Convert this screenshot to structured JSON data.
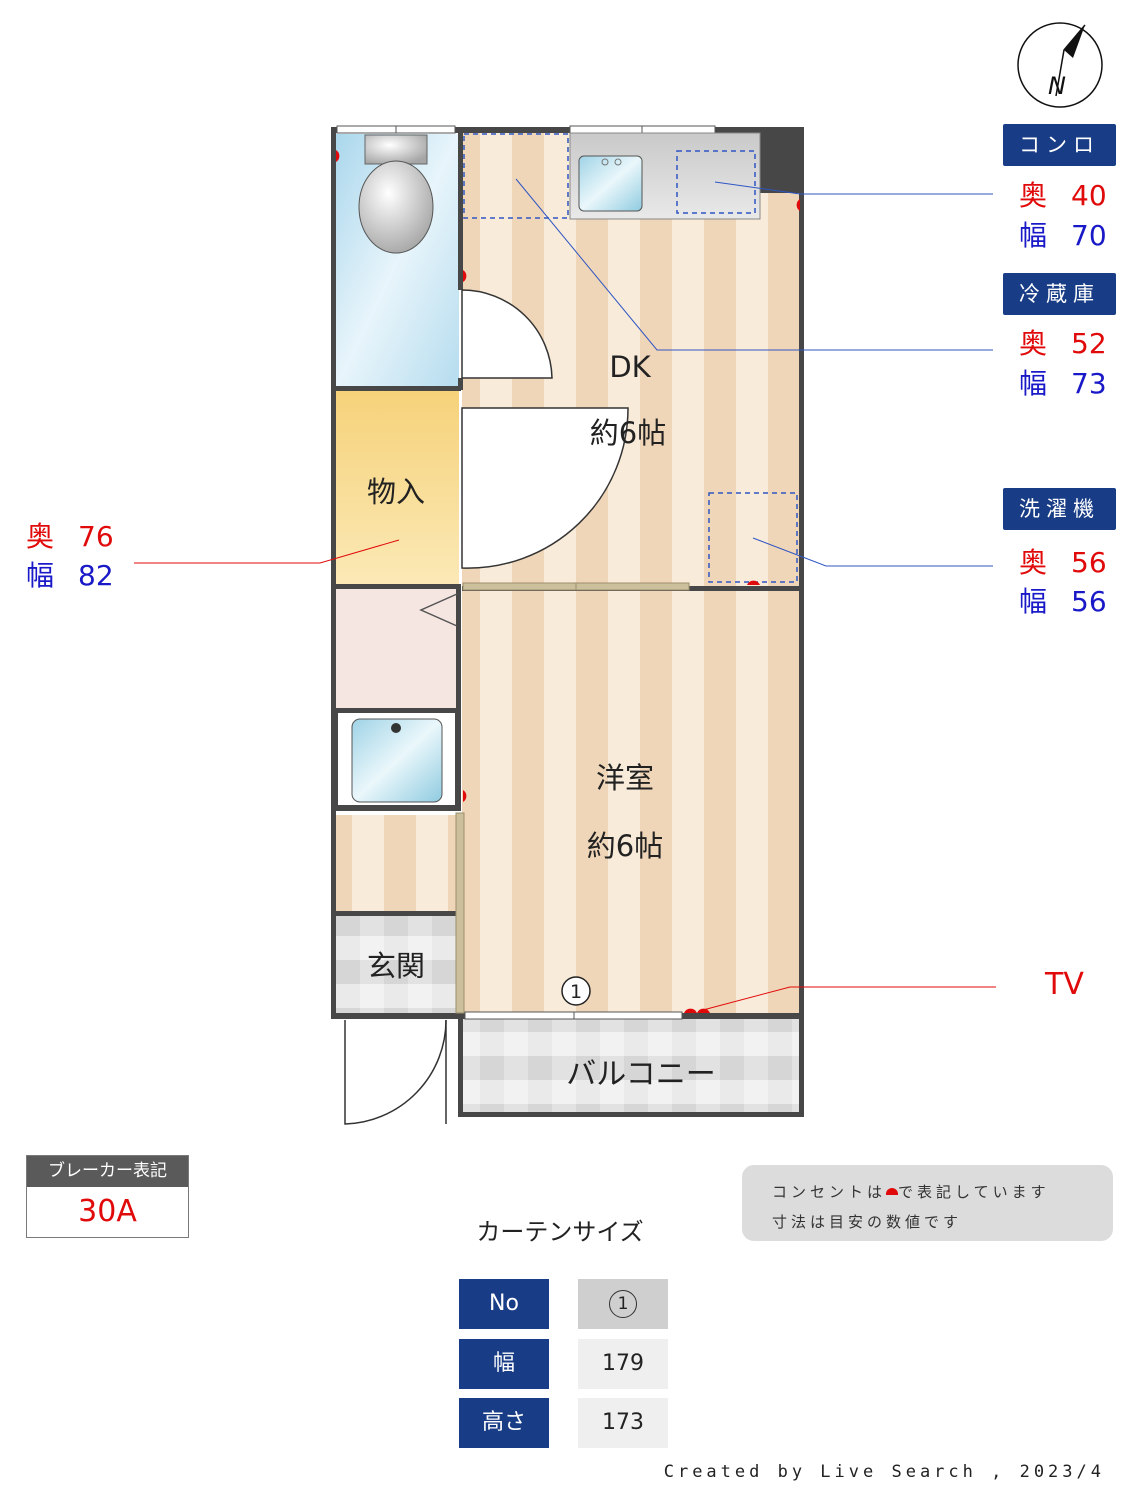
{
  "rooms": {
    "dk": {
      "name": "DK",
      "size": "約6帖"
    },
    "bedroom": {
      "name": "洋室",
      "size": "約6帖"
    },
    "storage": "物入",
    "entrance": "玄関",
    "balcony": "バルコニー"
  },
  "window_number": "1",
  "compass_letter": "N",
  "appliances": {
    "stove": {
      "label": "コンロ",
      "depth_key": "奥",
      "depth": "40",
      "width_key": "幅",
      "width": "70"
    },
    "fridge": {
      "label": "冷蔵庫",
      "depth_key": "奥",
      "depth": "52",
      "width_key": "幅",
      "width": "73"
    },
    "washer": {
      "label": "洗濯機",
      "depth_key": "奥",
      "depth": "56",
      "width_key": "幅",
      "width": "56"
    },
    "storage": {
      "depth_key": "奥",
      "depth": "76",
      "width_key": "幅",
      "width": "82"
    }
  },
  "tv_label": "TV",
  "breaker": {
    "label": "ブレーカー表記",
    "value": "30A"
  },
  "note": {
    "line1_a": "コンセントは",
    "line1_b": "で表記しています",
    "line2": "寸法は目安の数値です"
  },
  "curtain": {
    "title": "カーテンサイズ",
    "headers": [
      "No",
      "幅",
      "高さ"
    ],
    "values": [
      "1",
      "179",
      "173"
    ]
  },
  "credit": "Created by Live Search , 2023/4",
  "colors": {
    "navy": "#183d86",
    "red": "#e10a0a",
    "blue": "#1919c8",
    "wall": "#474747",
    "floor_light": "#f7e9d5",
    "floor_stripe": "#f0d7ba"
  }
}
